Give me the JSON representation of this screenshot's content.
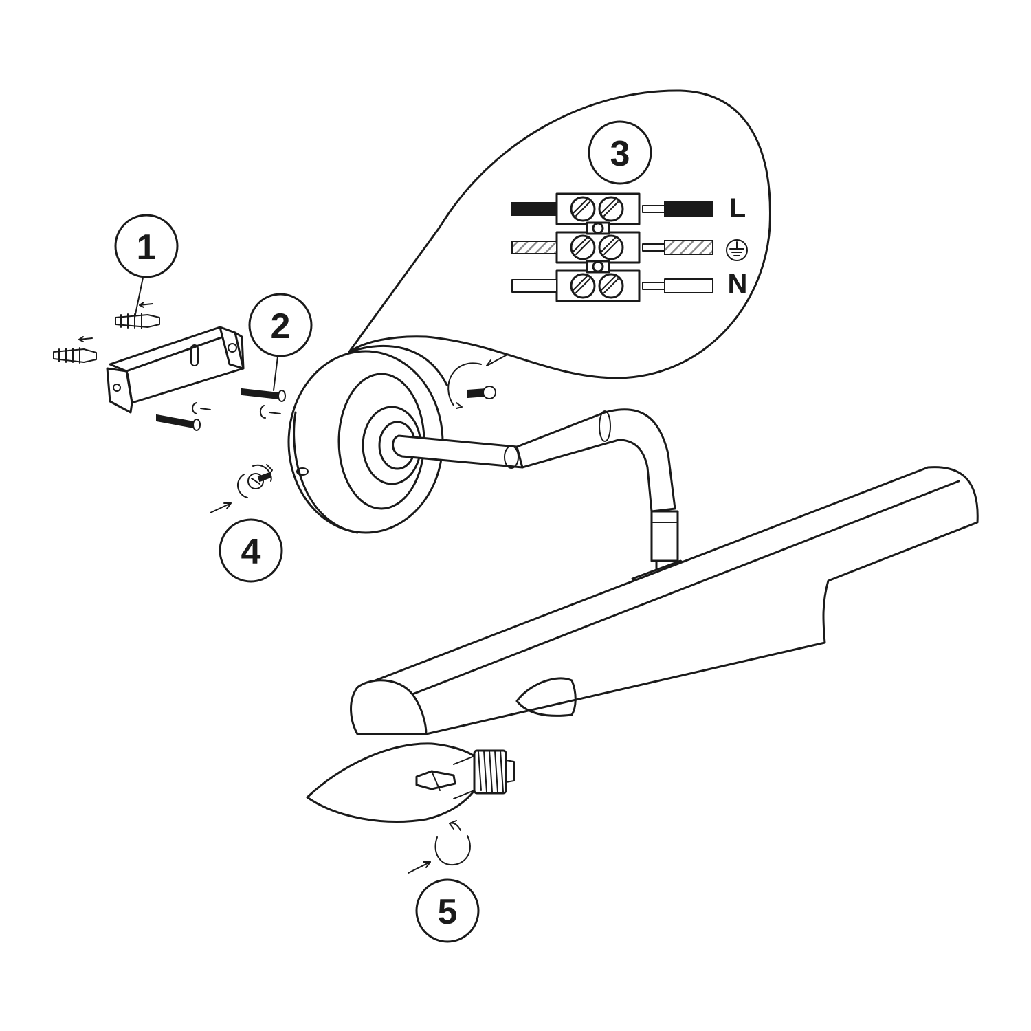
{
  "steps": [
    {
      "number": "1"
    },
    {
      "number": "2"
    },
    {
      "number": "3"
    },
    {
      "number": "4"
    },
    {
      "number": "5"
    }
  ],
  "wiring": {
    "live_label": "L",
    "earth_icon": "earth-ground-icon",
    "neutral_label": "N"
  },
  "colors": {
    "line": "#1a1a1a",
    "background": "#ffffff",
    "earth_stripe": "#888888"
  }
}
